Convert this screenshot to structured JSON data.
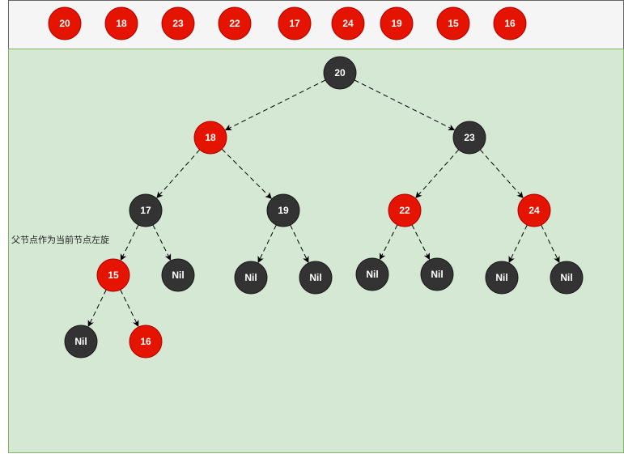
{
  "colors": {
    "red": "#e51400",
    "black": "#333333",
    "queue_bg": "#f5f5f5",
    "queue_border": "#666666",
    "tree_bg": "#d5e8d4",
    "tree_border": "#82b366"
  },
  "insert_queue": [
    "20",
    "18",
    "23",
    "22",
    "17",
    "24",
    "19",
    "15",
    "16"
  ],
  "tree_nodes": [
    {
      "label": "20",
      "color": "black"
    },
    {
      "label": "18",
      "color": "red"
    },
    {
      "label": "23",
      "color": "black"
    },
    {
      "label": "17",
      "color": "black"
    },
    {
      "label": "19",
      "color": "black"
    },
    {
      "label": "22",
      "color": "red"
    },
    {
      "label": "24",
      "color": "red"
    },
    {
      "label": "15",
      "color": "red"
    },
    {
      "label": "Nil",
      "color": "black"
    },
    {
      "label": "Nil",
      "color": "black"
    },
    {
      "label": "Nil",
      "color": "black"
    },
    {
      "label": "Nil",
      "color": "black"
    },
    {
      "label": "Nil",
      "color": "black"
    },
    {
      "label": "Nil",
      "color": "black"
    },
    {
      "label": "Nil",
      "color": "black"
    },
    {
      "label": "Nil",
      "color": "black"
    },
    {
      "label": "16",
      "color": "red"
    }
  ],
  "edges": [
    [
      0,
      1
    ],
    [
      0,
      2
    ],
    [
      1,
      3
    ],
    [
      1,
      4
    ],
    [
      2,
      5
    ],
    [
      2,
      6
    ],
    [
      3,
      7
    ],
    [
      3,
      8
    ],
    [
      4,
      9
    ],
    [
      4,
      10
    ],
    [
      5,
      11
    ],
    [
      5,
      12
    ],
    [
      6,
      13
    ],
    [
      6,
      14
    ],
    [
      7,
      15
    ],
    [
      7,
      16
    ]
  ],
  "annotation": "父节点作为当前节点左旋"
}
